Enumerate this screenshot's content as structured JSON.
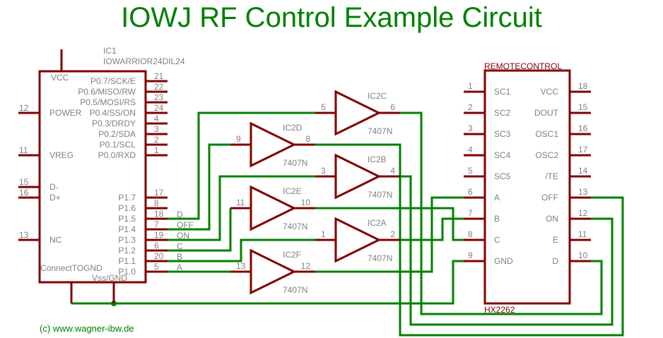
{
  "title": "IOWJ RF Control Example Circuit",
  "copyright": "(c) www.wagner-ibw.de",
  "colors": {
    "net": "#008000",
    "part": "#800000",
    "text": "#808080",
    "title": "#008000"
  },
  "ic1": {
    "ref": "IC1",
    "value": "IOWARRIOR24DIL24",
    "left_pins": [
      {
        "num": "12",
        "label": "POWER"
      },
      {
        "num": "11",
        "label": "VREG"
      },
      {
        "num": "15",
        "label": "D-"
      },
      {
        "num": "16",
        "label": "D+"
      },
      {
        "num": "13",
        "label": "NC"
      }
    ],
    "top_pin": {
      "label": "VCC"
    },
    "bottom_pins": [
      {
        "label": "ConnectTOGND"
      },
      {
        "label": "Vss/GND"
      }
    ],
    "right_pins": [
      {
        "num": "21",
        "label": "P0.7/SCK/E"
      },
      {
        "num": "22",
        "label": "P0.6/MISO/RW"
      },
      {
        "num": "23",
        "label": "P0.5/MOSI/RS"
      },
      {
        "num": "24",
        "label": "P0.4/SS/ON"
      },
      {
        "num": "4",
        "label": "P0.3/DRDY"
      },
      {
        "num": "3",
        "label": "P0.2/SDA"
      },
      {
        "num": "2",
        "label": "P0.1/SCL"
      },
      {
        "num": "1",
        "label": "P0.0/RXD"
      },
      {
        "num": "17",
        "label": "P1.7"
      },
      {
        "num": "8",
        "label": "P1.6"
      },
      {
        "num": "18",
        "label": "P1.5",
        "net": "D"
      },
      {
        "num": "7",
        "label": "P1.4",
        "net": "OFF"
      },
      {
        "num": "19",
        "label": "P1.3",
        "net": "ON"
      },
      {
        "num": "6",
        "label": "P1.2",
        "net": "C"
      },
      {
        "num": "20",
        "label": "P1.1",
        "net": "B"
      },
      {
        "num": "5",
        "label": "P1.0",
        "net": "A"
      }
    ]
  },
  "buffers": [
    {
      "ref": "IC2C",
      "value": "7407N",
      "in": "5",
      "out": "6"
    },
    {
      "ref": "IC2D",
      "value": "7407N",
      "in": "9",
      "out": "8"
    },
    {
      "ref": "IC2B",
      "value": "7407N",
      "in": "3",
      "out": "4"
    },
    {
      "ref": "IC2E",
      "value": "7407N",
      "in": "11",
      "out": "10"
    },
    {
      "ref": "IC2A",
      "value": "7407N",
      "in": "1",
      "out": "2"
    },
    {
      "ref": "IC2F",
      "value": "7407N",
      "in": "13",
      "out": "12"
    }
  ],
  "hx2262": {
    "ref": "REMOTECONTROL",
    "value": "HX2262",
    "left_pins": [
      {
        "num": "1",
        "label": "SC1"
      },
      {
        "num": "2",
        "label": "SC2"
      },
      {
        "num": "3",
        "label": "SC3"
      },
      {
        "num": "4",
        "label": "SC4"
      },
      {
        "num": "5",
        "label": "SC5"
      },
      {
        "num": "6",
        "label": "A"
      },
      {
        "num": "7",
        "label": "B"
      },
      {
        "num": "8",
        "label": "C"
      },
      {
        "num": "9",
        "label": "GND"
      }
    ],
    "right_pins": [
      {
        "num": "18",
        "label": "VCC"
      },
      {
        "num": "15",
        "label": "DOUT"
      },
      {
        "num": "16",
        "label": "OSC1"
      },
      {
        "num": "17",
        "label": "OSC2"
      },
      {
        "num": "14",
        "label": "/TE"
      },
      {
        "num": "13",
        "label": "OFF"
      },
      {
        "num": "12",
        "label": "ON"
      },
      {
        "num": "11",
        "label": "E"
      },
      {
        "num": "10",
        "label": "D"
      }
    ]
  }
}
